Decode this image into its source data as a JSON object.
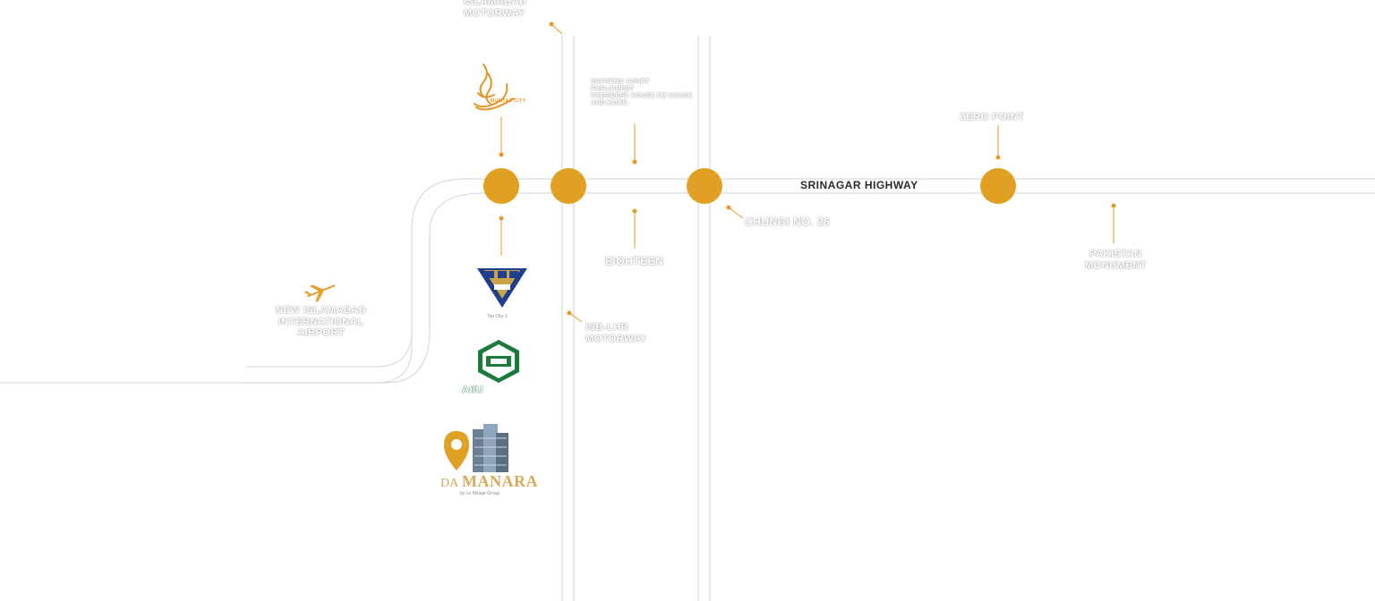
{
  "map": {
    "highway_label": "SRINAGAR HIGHWAY",
    "colors": {
      "road_outline": "#d6dde2",
      "node": "#e0a023",
      "leader": "#e59a2a",
      "airport_icon": "#e8a030",
      "logo_orange": "#e59425",
      "logo_blue": "#1f3f8c",
      "logo_gold": "#c9a44a",
      "logo_green": "#1c7a3a",
      "logo_pin": "#e0a023"
    },
    "labels": {
      "islamabad_motorway": [
        "ISLAMABAD",
        "MOTORWAY"
      ],
      "supreme_court": [
        "SUPREME COURT",
        "PARLIAMENT",
        "PRESIDENT HOUSE PM HOUSE",
        "AND MORE"
      ],
      "zero_point": "ZERO POINT",
      "chungi": "CHUNGI NO. 26",
      "eighteen": "EIGHTEEN",
      "pakistan_monument": [
        "PAKISTAN",
        "MONUMENT"
      ],
      "airport": [
        "NEW ISLAMABAD",
        "INTERNATIONAL",
        "AIRPORT"
      ],
      "lahore_motorway": [
        "ISB-LHR",
        "MOTORWAY"
      ]
    },
    "landmarks": {
      "mumtaz_city": {
        "icon": "mumtaz-city-logo",
        "text": "MUMTAZ CITY"
      },
      "top_city": {
        "icon": "top-city-logo",
        "text": "Top City-1"
      },
      "aiiu": {
        "icon": "aiiu-logo",
        "text": "AIIU"
      },
      "da_manara": {
        "icon": "da-manara-logo",
        "text_da": "DA",
        "text_manara": "MANARA",
        "subtext": "by Le Mirage Group"
      }
    }
  }
}
